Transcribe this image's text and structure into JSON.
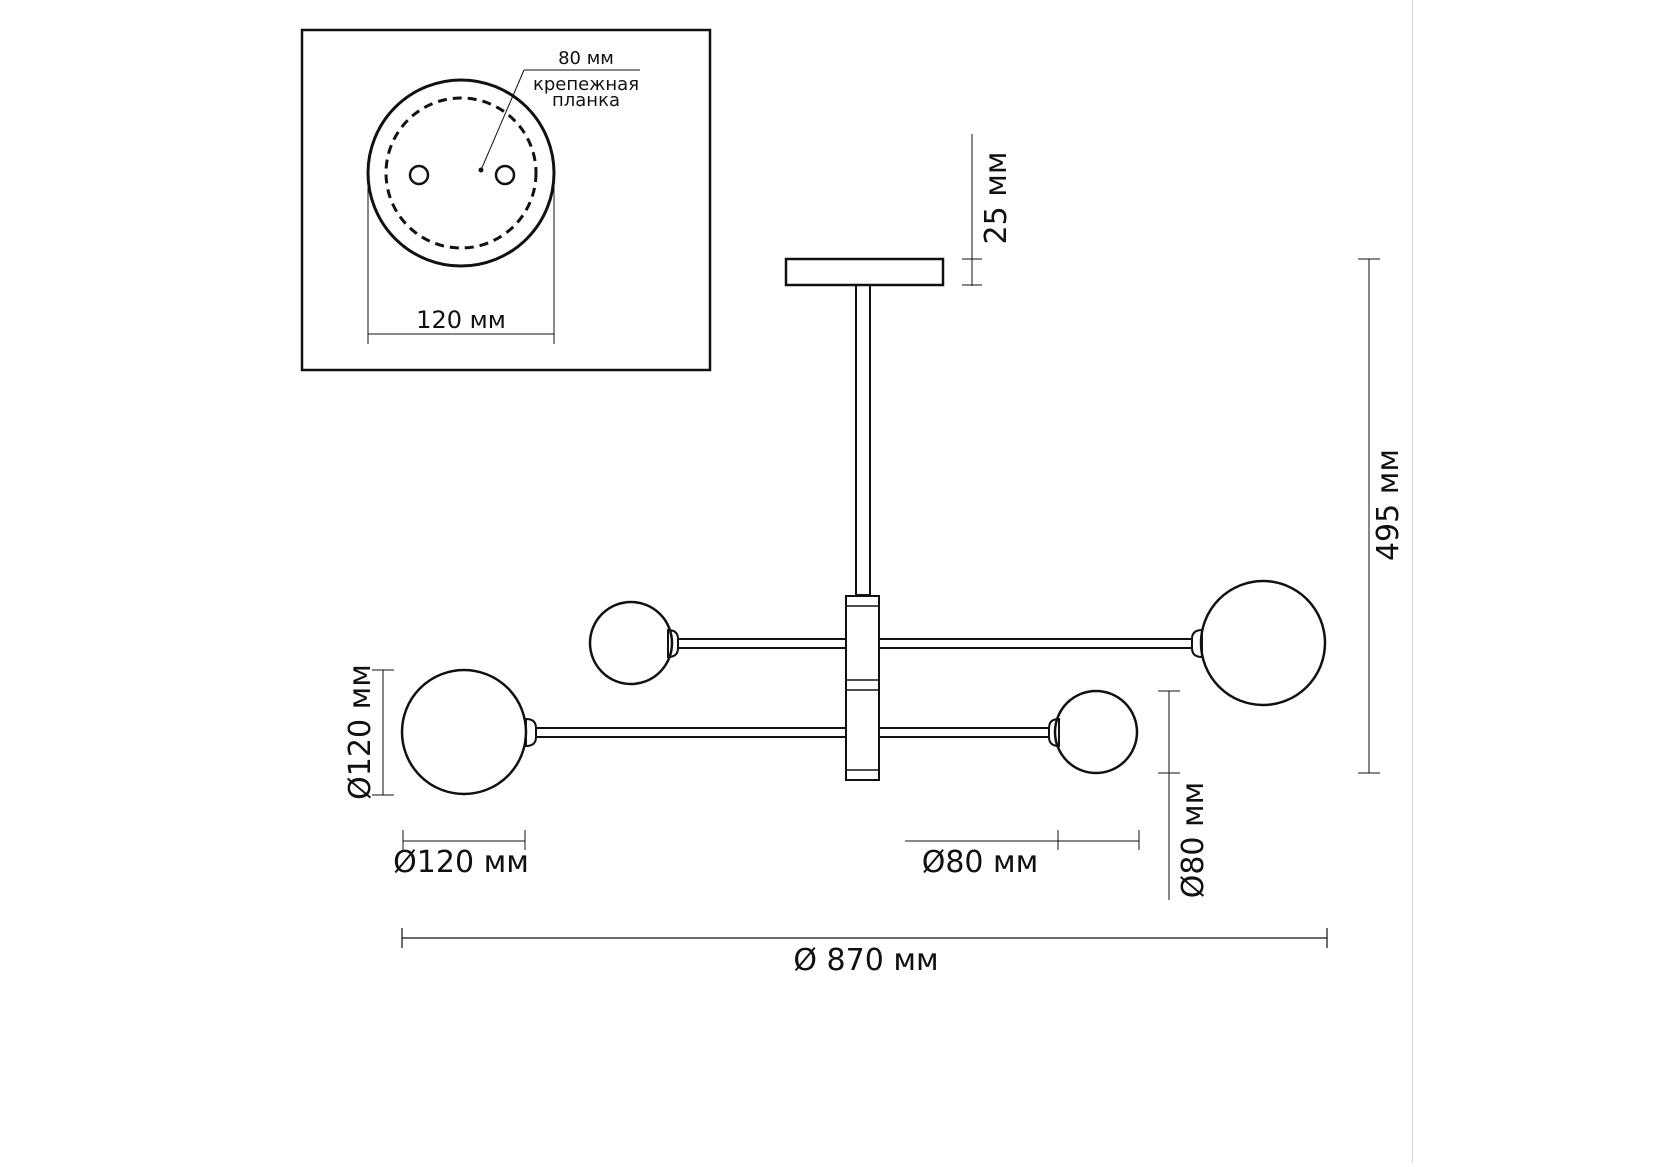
{
  "inset": {
    "dim_80": "80 мм",
    "plate_label_line1": "крепежная",
    "plate_label_line2": "планка",
    "dim_120": "120 мм"
  },
  "dimensions": {
    "canopy_height": "25 мм",
    "total_height": "495 мм",
    "big_globe_height": "Ø120 мм",
    "big_globe_width": "Ø120 мм",
    "small_globe_width": "Ø80 мм",
    "small_globe_height": "Ø80 мм",
    "total_width": "Ø 870 мм"
  },
  "colors": {
    "line": "#111111",
    "background": "#ffffff",
    "divider": "#d4d4d4"
  }
}
